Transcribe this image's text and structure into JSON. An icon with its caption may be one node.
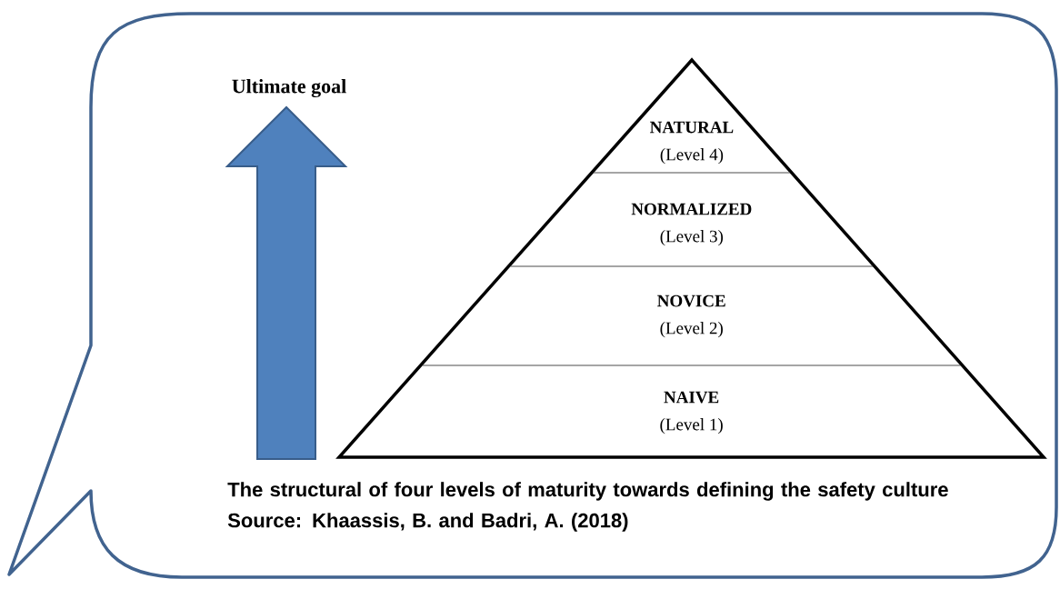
{
  "diagram": {
    "nodes": [
      {
        "text": [
          "The structural of four levels of maturity towards defining the safety culture",
          "Source: Khaassis, B. and Badri, A. (2018)"
        ]
      },
      {
        "text": [
          "NATURAL",
          "(Level 4)"
        ],
        "in": 0
      },
      {
        "text": [
          "NORMALIZED",
          "(Level 3)"
        ],
        "in": 0
      },
      {
        "text": [
          "NOVICE",
          "(Level 2)"
        ],
        "in": 0
      },
      {
        "text": [
          "NAIVE",
          "(Level 1)"
        ],
        "in": 0
      }
    ],
    "labels": [
      "Ultimate goal"
    ]
  }
}
